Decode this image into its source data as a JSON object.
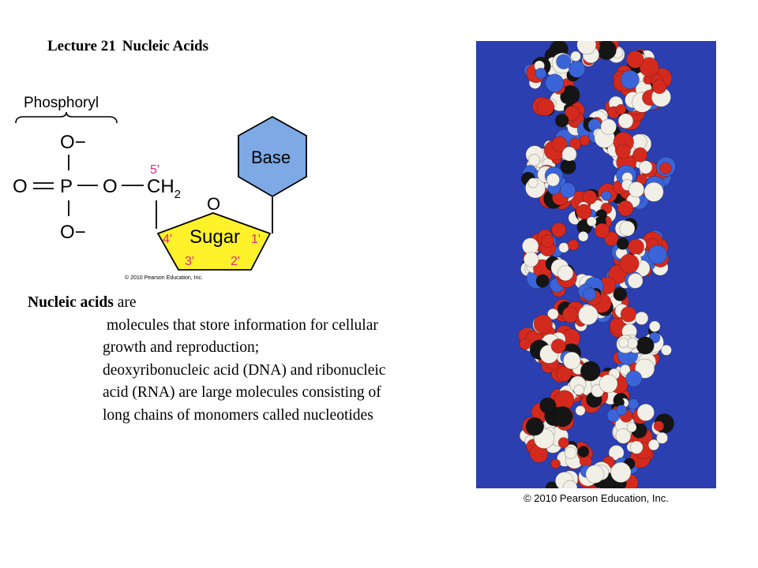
{
  "slide": {
    "title_part1": "Lecture 21",
    "title_part2": "Nucleic Acids"
  },
  "diagram": {
    "phosphoryl_label": "Phosphoryl",
    "o_minus_top": "O−",
    "o_minus_bottom": "O−",
    "o_double": "O",
    "p": "P",
    "o_link": "O",
    "ch2": "CH",
    "ch2_sub": "2",
    "ring_o": "O",
    "base_label": "Base",
    "sugar_label": "Sugar",
    "pos_5": "5'",
    "pos_4": "4'",
    "pos_1": "1'",
    "pos_3": "3'",
    "pos_2": "2'",
    "copyright": "© 2010 Pearson Education, Inc.",
    "colors": {
      "base_fill": "#7ea9e4",
      "sugar_fill": "#fff22a",
      "number_color": "#e0287f"
    }
  },
  "text": {
    "lead_bold": "Nucleic acids",
    "lead_rest": " are",
    "line1": "molecules that store information for cellular",
    "line2": "growth and reproduction;",
    "line3": "deoxyribonucleic acid (DNA) and ribonucleic",
    "line4": "acid (RNA)  are large molecules consisting of",
    "line5": "long chains of monomers called nucleotides"
  },
  "photo": {
    "credit": "© 2010 Pearson Education, Inc.",
    "colors": {
      "background": "#2b3fb0",
      "red": "#d42a1e",
      "white": "#f2efe6",
      "black": "#151515",
      "blue": "#3b64d8"
    }
  }
}
